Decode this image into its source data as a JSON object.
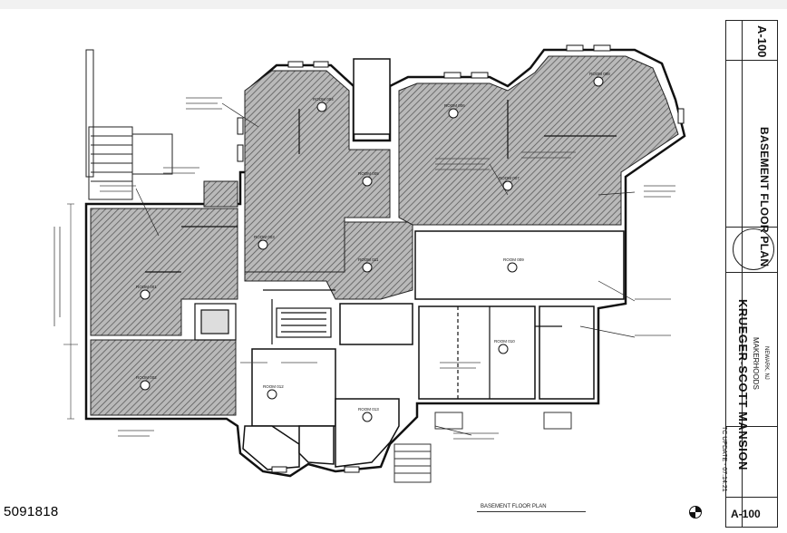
{
  "listing_id": "5091818",
  "drawing_caption": "BASEMENT FLOOR PLAN",
  "title_block": {
    "sheet_number_top": "A-100",
    "sheet_title": "BASEMENT FLOOR PLAN",
    "project_name": "KRUEGER-SCOTT MANSION",
    "client": "MAKERHOODS",
    "city": "NEWARK, NJ",
    "status": "TC UPDATE - 07.14.21",
    "sheet_number_bottom": "A-100"
  },
  "rooms": [
    "ROOM 001",
    "ROOM 002",
    "ROOM 003",
    "ROOM 004",
    "ROOM 005",
    "ROOM 006",
    "ROOM 007",
    "ROOM 008",
    "ROOM 009",
    "ROOM 010",
    "ROOM 011",
    "ROOM 012",
    "ROOM 013"
  ],
  "colors": {
    "ink": "#111111",
    "hatch": "#8a8a8a",
    "paper": "#ffffff"
  }
}
